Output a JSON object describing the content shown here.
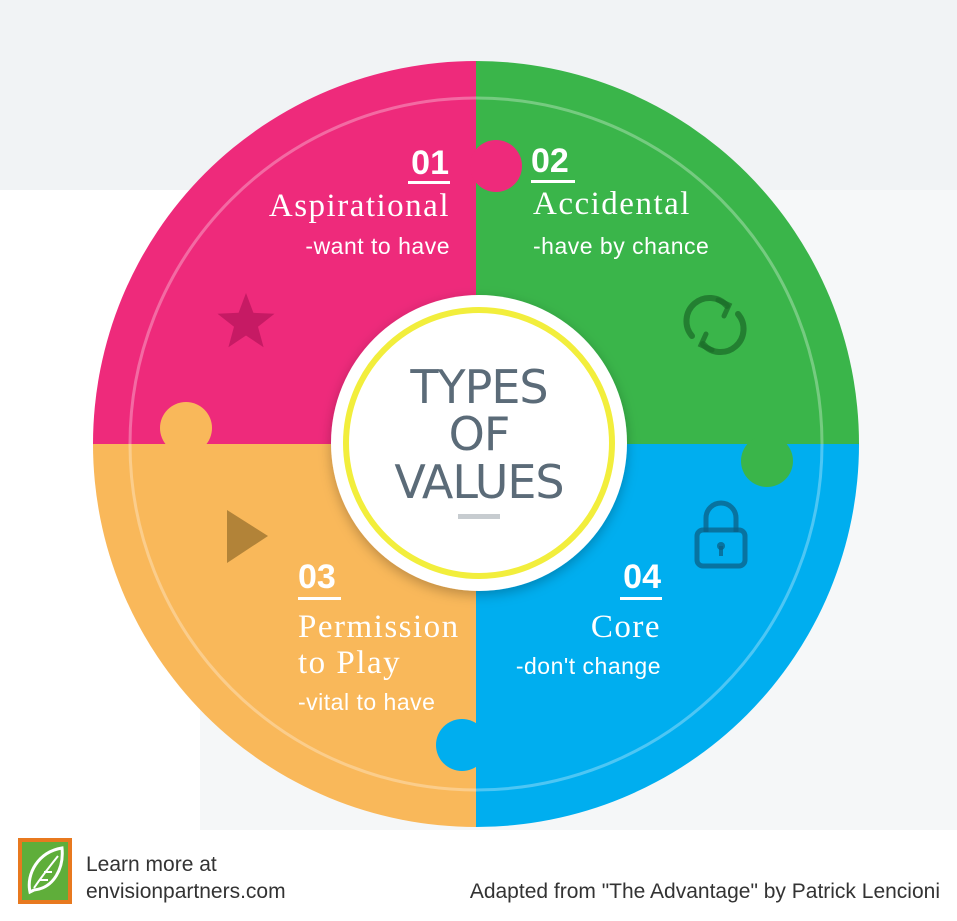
{
  "center": {
    "line1": "TYPES",
    "line2": "OF",
    "line3": "VALUES"
  },
  "quadrants": [
    {
      "number": "01",
      "title": "Aspirational",
      "subtitle": "-want to have",
      "color": "#ee2a7b",
      "icon": "star-icon"
    },
    {
      "number": "02",
      "title": "Accidental",
      "subtitle": "-have by chance",
      "color": "#3ab54a",
      "icon": "refresh-icon"
    },
    {
      "number": "03",
      "title_line1": "Permission",
      "title_line2": "to Play",
      "subtitle": "-vital to have",
      "color": "#f9b85a",
      "icon": "play-icon"
    },
    {
      "number": "04",
      "title": "Core",
      "subtitle": "-don't change",
      "color": "#00aeef",
      "icon": "lock-icon"
    }
  ],
  "footer": {
    "learn_more_line1": "Learn more at",
    "learn_more_line2": "envisionpartners.com",
    "credit": "Adapted from \"The Advantage\" by Patrick Lencioni"
  },
  "colors": {
    "center_ring": "#f2ee3c",
    "center_text": "#5b6b78"
  }
}
